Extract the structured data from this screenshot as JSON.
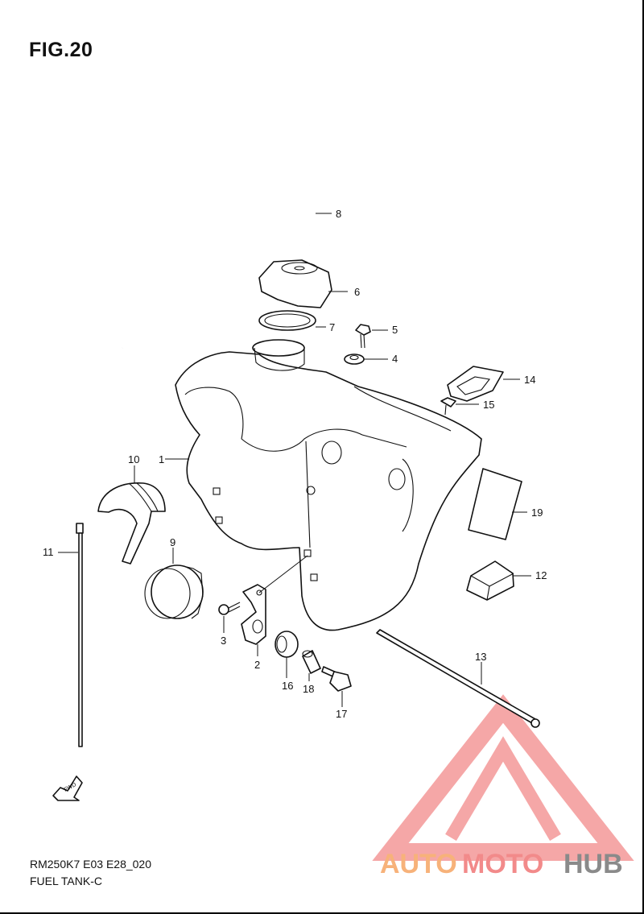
{
  "figure": {
    "title": "FIG.20"
  },
  "footer": {
    "model_code": "RM250K7 E03 E28_020",
    "section_name": "FUEL TANK-C"
  },
  "fwd_label": "FWD",
  "callouts": [
    {
      "id": "p1",
      "label": "1"
    },
    {
      "id": "p2",
      "label": "2"
    },
    {
      "id": "p3",
      "label": "3"
    },
    {
      "id": "p4",
      "label": "4"
    },
    {
      "id": "p5",
      "label": "5"
    },
    {
      "id": "p6",
      "label": "6"
    },
    {
      "id": "p7",
      "label": "7"
    },
    {
      "id": "p8",
      "label": "8"
    },
    {
      "id": "p9",
      "label": "9"
    },
    {
      "id": "p10",
      "label": "10"
    },
    {
      "id": "p11",
      "label": "11"
    },
    {
      "id": "p12",
      "label": "12"
    },
    {
      "id": "p13",
      "label": "13"
    },
    {
      "id": "p14",
      "label": "14"
    },
    {
      "id": "p15",
      "label": "15"
    },
    {
      "id": "p16",
      "label": "16"
    },
    {
      "id": "p17",
      "label": "17"
    },
    {
      "id": "p18",
      "label": "18"
    },
    {
      "id": "p19",
      "label": "19"
    }
  ],
  "watermark": {
    "text_auto": "AUTO",
    "text_moto": "MOTO",
    "text_hub": "HUB",
    "color_orange": "#f7b27a",
    "color_red": "#f28a8a",
    "color_gray": "#8a8a8a"
  }
}
